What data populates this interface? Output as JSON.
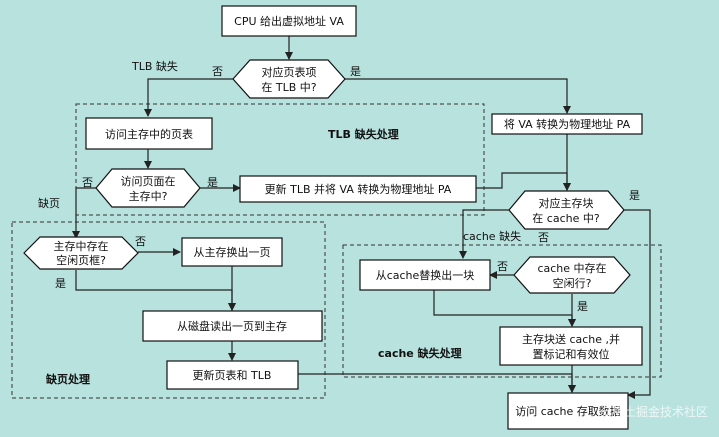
{
  "nodes": {
    "cpu_va": "CPU 给出虚拟地址 VA",
    "tlb_check": [
      "对应页表项",
      "在 TLB 中?"
    ],
    "access_page_table": "访问主存中的页表",
    "va_to_pa": "将 VA 转换为物理地址 PA",
    "page_in_memory": [
      "访问页面在",
      "主存中?"
    ],
    "update_tlb": "更新 TLB 并将 VA 转换为物理地址 PA",
    "block_in_cache": [
      "对应主存块",
      "在 cache 中?"
    ],
    "free_frame": [
      "主存中存在",
      "空闲页框?"
    ],
    "swap_out_page": "从主存换出一页",
    "read_disk": "从磁盘读出一页到主存",
    "update_pt_tlb": "更新页表和 TLB",
    "cache_free_line": [
      "cache 中存在",
      "空闲行?"
    ],
    "cache_replace": "从cache替换出一块",
    "send_block": [
      "主存块送 cache ,并",
      "置标记和有效位"
    ],
    "access_cache": "访问 cache 存取数据"
  },
  "regions": {
    "tlb_miss": "TLB 缺失处理",
    "page_fault": "缺页处理",
    "cache_miss": "cache 缺失处理"
  },
  "edge_labels": {
    "tlb_miss": "TLB 缺失",
    "page_fault": "缺页",
    "cache_miss": "cache 缺失",
    "no": "否",
    "yes": "是"
  },
  "watermark": "@稀土掘金技术社区"
}
